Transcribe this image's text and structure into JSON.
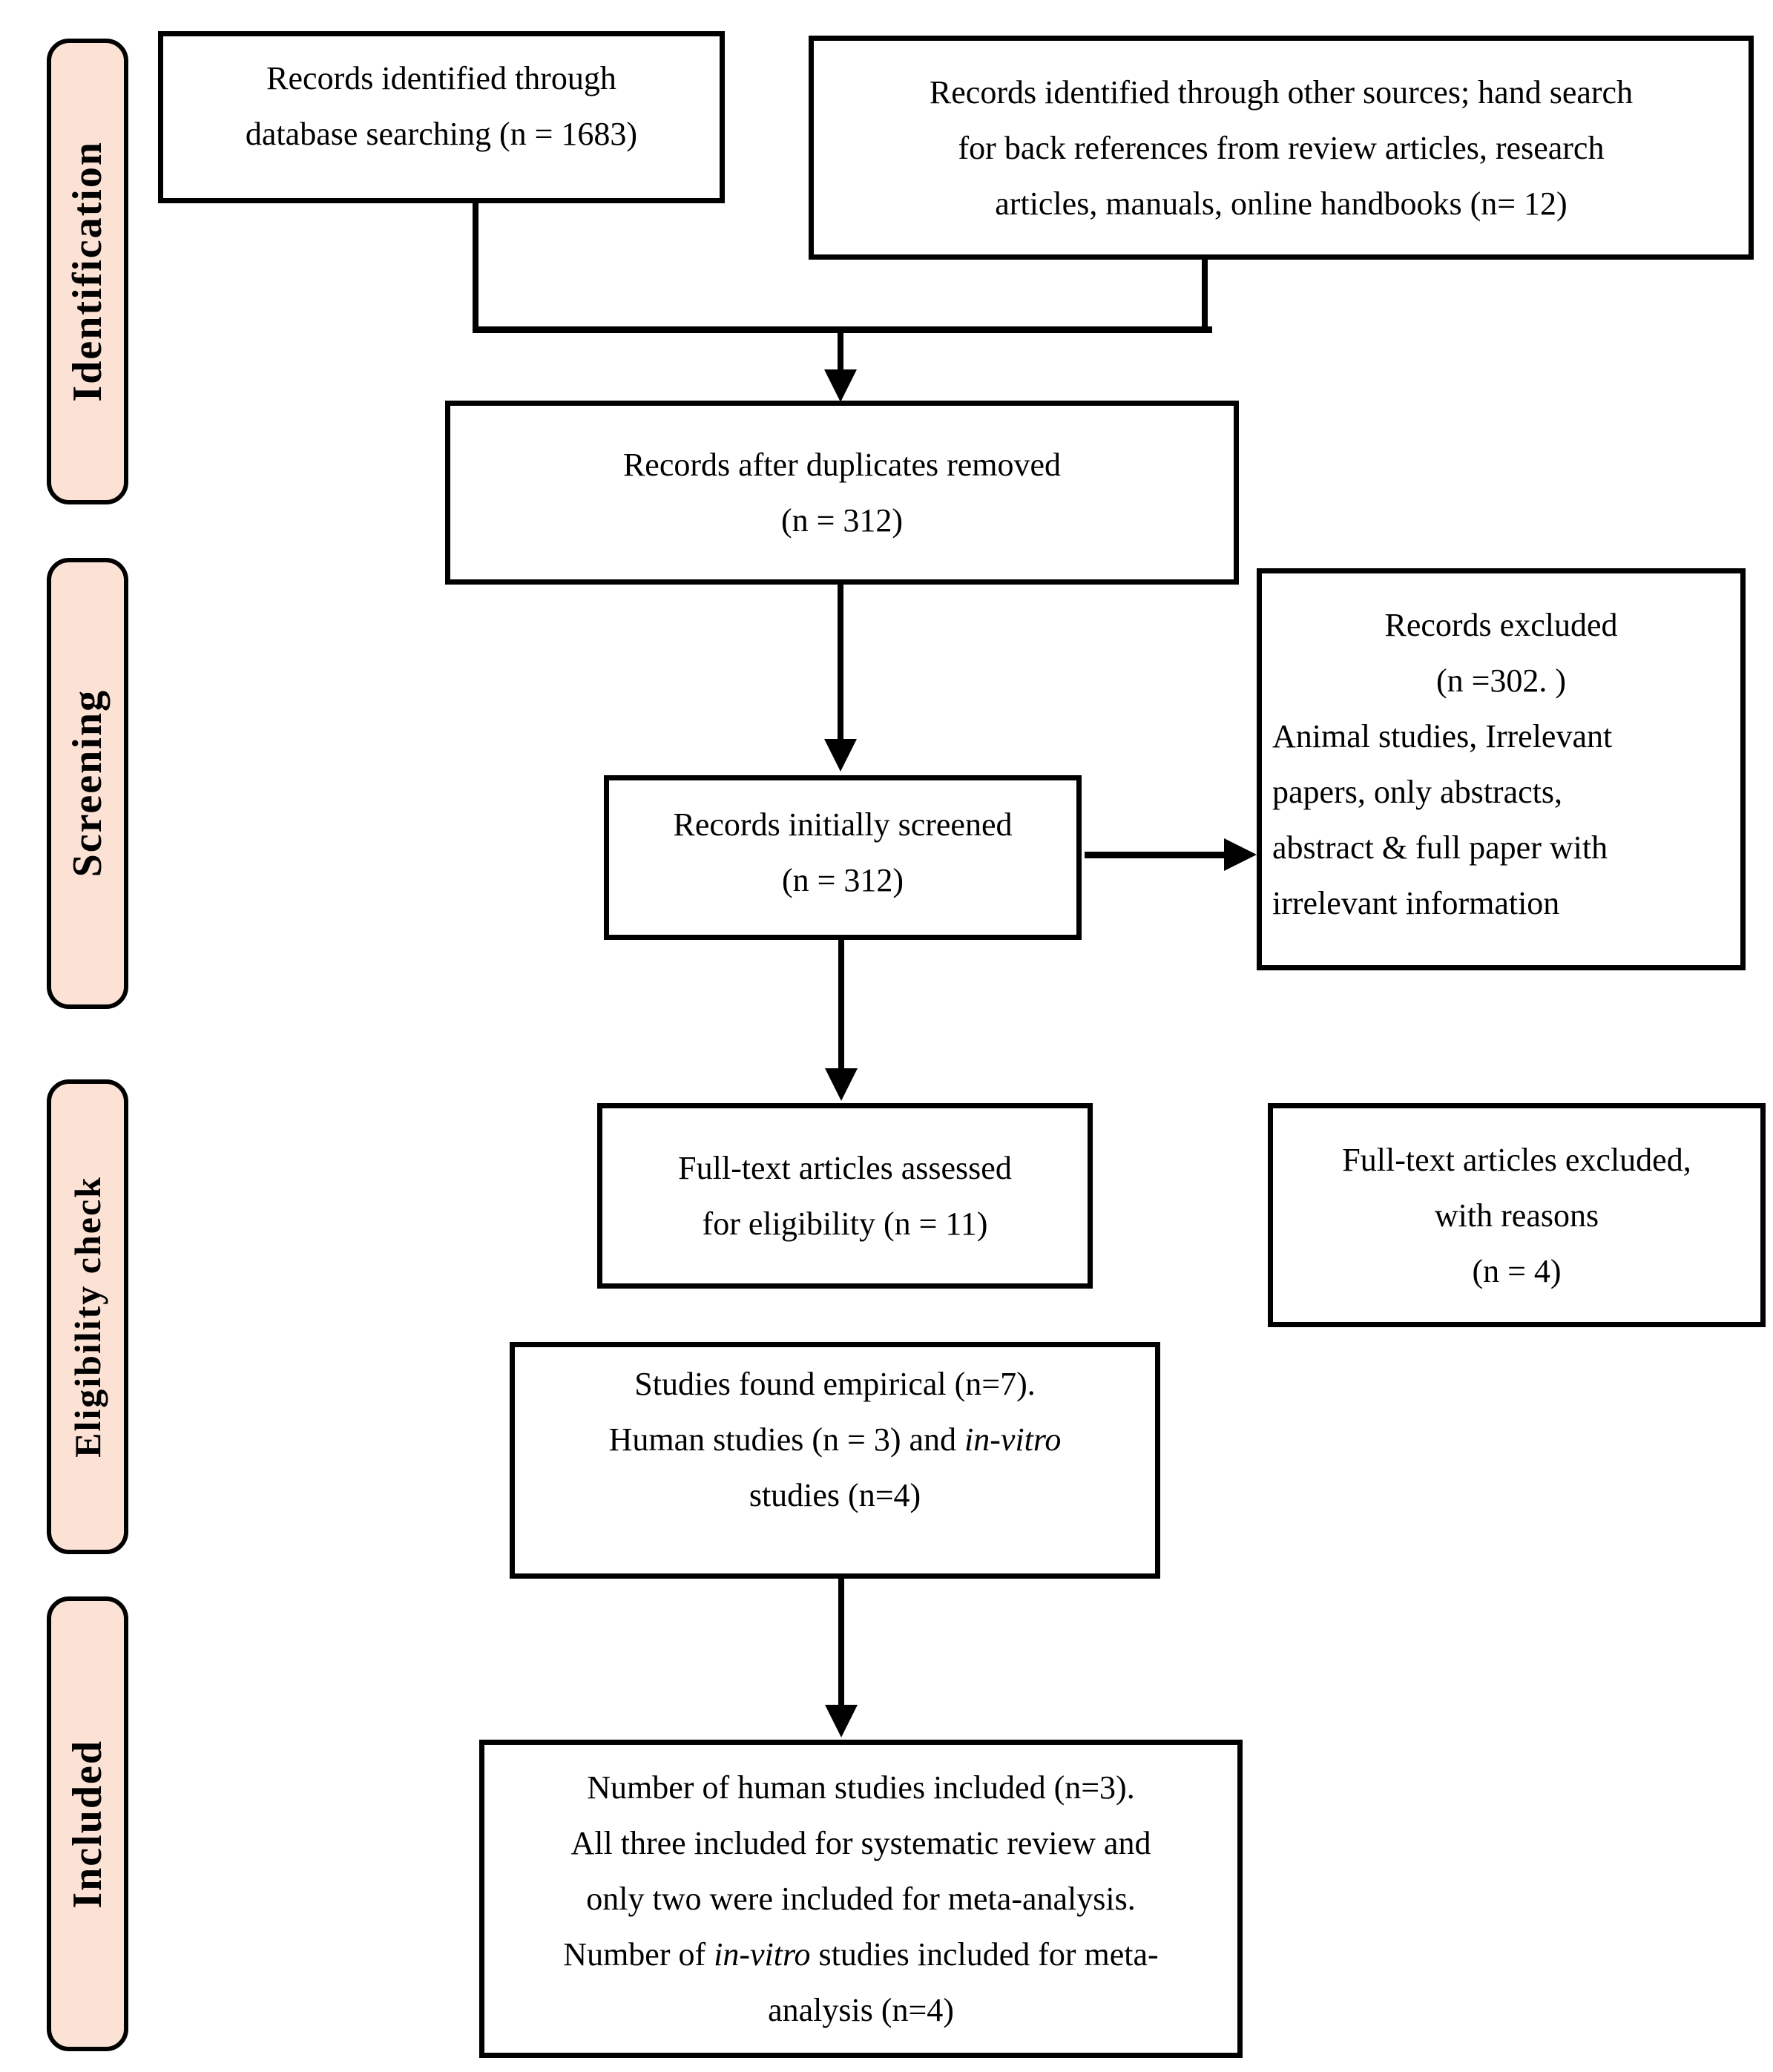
{
  "colors": {
    "stage_fill": "#FBE2D4",
    "line_color": "#000000",
    "text_color": "#000000"
  },
  "stages": [
    {
      "label": "Identification"
    },
    {
      "label": "Screening"
    },
    {
      "label": "Eligibility check"
    },
    {
      "label": "Included"
    }
  ],
  "boxes": {
    "identified_db": {
      "line1": "Records identified through",
      "line2": "database searching (n = 1683)"
    },
    "identified_other": {
      "line1": "Records identified through other sources; hand search",
      "line2": "for back references from review articles, research",
      "line3": "articles, manuals, online handbooks (n= 12)"
    },
    "dedup": {
      "line1": "Records after duplicates removed",
      "line2": "(n = 312)"
    },
    "screened": {
      "line1": "Records initially screened",
      "line2": "(n = 312)"
    },
    "records_excluded": {
      "line1": "Records excluded",
      "line2": "(n =302. )",
      "line3": "Animal studies, Irrelevant",
      "line4": "papers, only abstracts,",
      "line5": "abstract & full paper with",
      "line6": "irrelevant information"
    },
    "fulltext_assessed": {
      "line1": "Full-text articles assessed",
      "line2": "for eligibility (n = 11)"
    },
    "fulltext_excluded": {
      "line1": "Full-text articles excluded,",
      "line2": "with reasons",
      "line3": "(n = 4)"
    },
    "empirical": {
      "line1": "Studies found empirical (n=7).",
      "line2_pre": "Human studies (n = 3) and ",
      "line2_italic": "in-vitro",
      "line3": "studies (n=4)"
    },
    "included_final": {
      "line1": "Number of human studies included (n=3).",
      "line2": "All three included for systematic review and",
      "line3": "only two were included for meta-analysis.",
      "line4_pre": "Number of ",
      "line4_italic": "in-vitro",
      "line4_post": " studies included for meta-",
      "line5": "analysis (n=4)"
    }
  }
}
